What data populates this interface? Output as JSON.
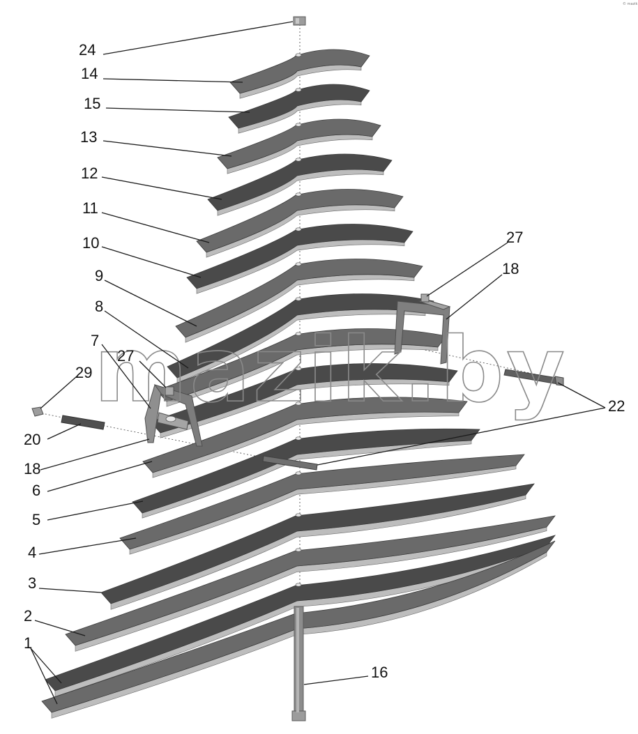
{
  "diagram": {
    "watermark": "mazik.by",
    "corner_mark": "© mazik",
    "colors": {
      "leaf_top": "#4a4a4a",
      "leaf_top_light": "#6a6a6a",
      "leaf_edge": "#bdbdbd",
      "leaf_side": "#9a9a9a",
      "hardware": "#8c8c8c",
      "hardware_dark": "#5a5a5a"
    },
    "labels": {
      "l24": "24",
      "l14": "14",
      "l15": "15",
      "l13": "13",
      "l12": "12",
      "l11": "11",
      "l10": "10",
      "l9": "9",
      "l8": "8",
      "l7": "7",
      "l27a": "27",
      "l29": "29",
      "l20": "20",
      "l18a": "18",
      "l6": "6",
      "l5": "5",
      "l4": "4",
      "l3": "3",
      "l2": "2",
      "l1": "1",
      "l16": "16",
      "l27b": "27",
      "l18b": "18",
      "l22": "22"
    }
  }
}
